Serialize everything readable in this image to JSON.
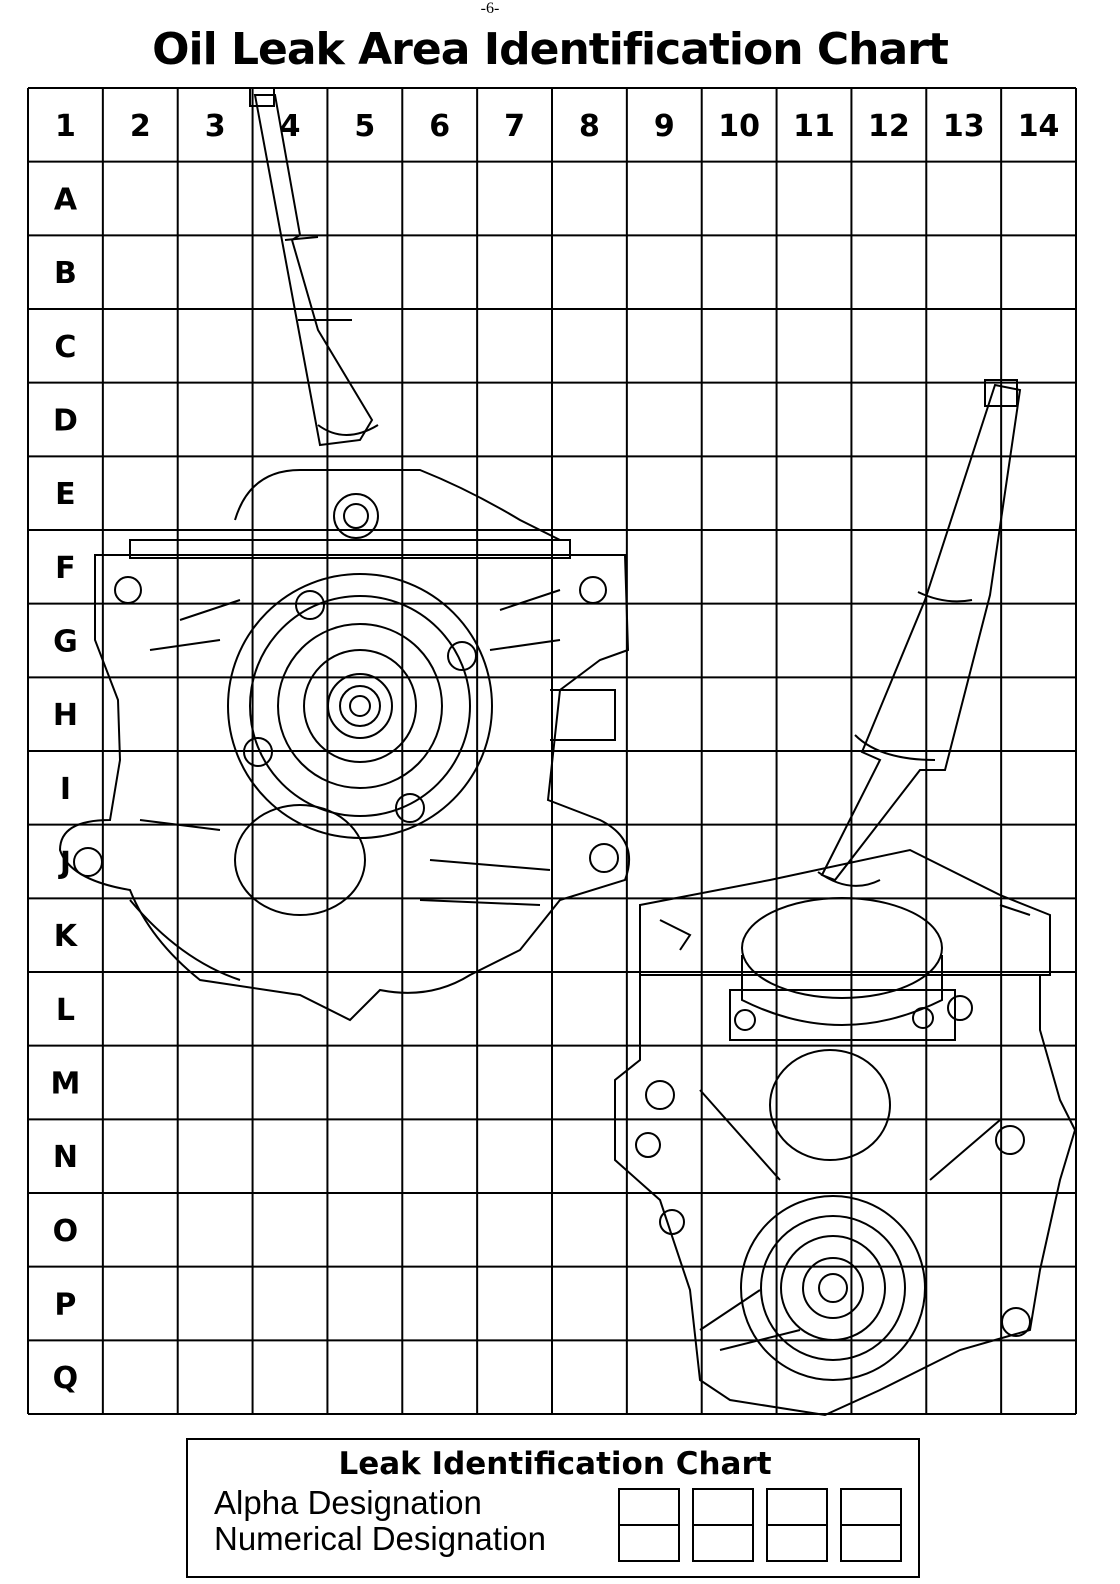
{
  "page": {
    "number": "-6-"
  },
  "title": "Oil Leak Area Identification Chart",
  "grid": {
    "columns": [
      "1",
      "2",
      "3",
      "4",
      "5",
      "6",
      "7",
      "8",
      "9",
      "10",
      "11",
      "12",
      "13",
      "14"
    ],
    "rows": [
      "A",
      "B",
      "C",
      "D",
      "E",
      "F",
      "G",
      "H",
      "I",
      "J",
      "K",
      "L",
      "M",
      "N",
      "O",
      "P",
      "Q"
    ]
  },
  "illustrations": [
    {
      "name": "transmission-rear-view"
    },
    {
      "name": "transmission-front-view"
    }
  ],
  "legend": {
    "title": "Leak Identification Chart",
    "alpha_label": "Alpha Designation",
    "numerical_label": "Numerical Designation",
    "entry_boxes": 4
  }
}
